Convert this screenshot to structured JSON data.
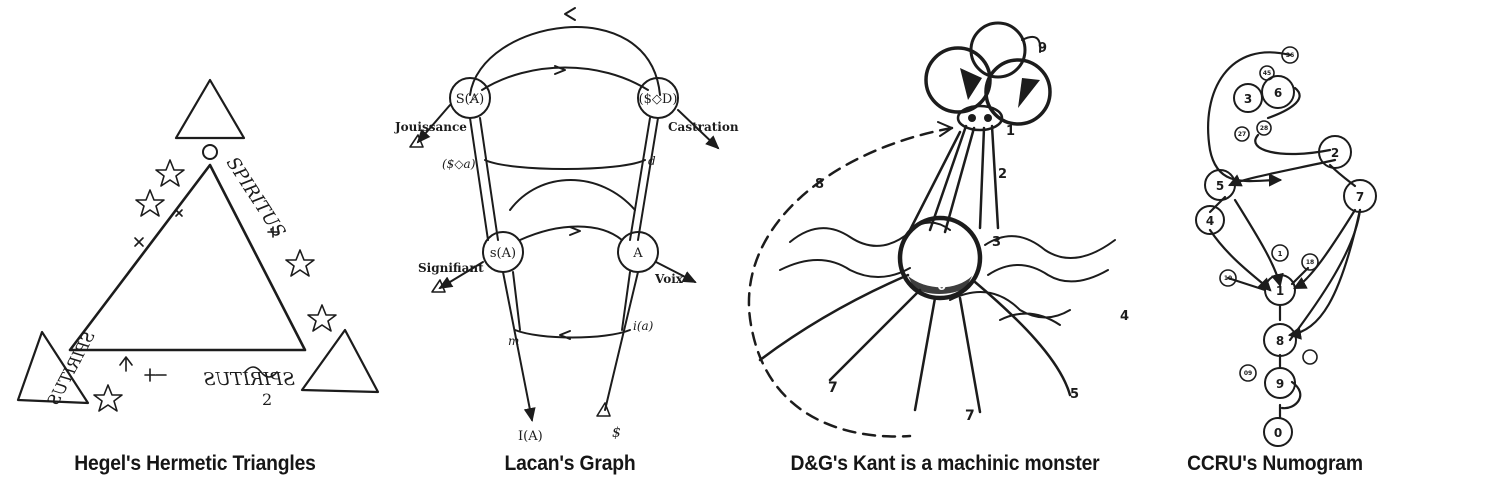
{
  "panels": [
    {
      "caption": "Hegel's Hermetic Triangles",
      "inscriptions": [
        "SPIRITUS",
        "SPIRITUS",
        "SPIRITUS"
      ]
    },
    {
      "caption": "Lacan's Graph",
      "nodes": [
        "S(A̸)",
        "($◇D)",
        "s(A)",
        "A"
      ],
      "labels": {
        "jouissance": "Jouissance",
        "castration": "Castration",
        "signifiant": "Signifiant",
        "voix": "Voix",
        "drive": "($◇a)",
        "d": "d",
        "m": "m",
        "ia": "i(a)",
        "IA": "I(A)",
        "barred_s": "$"
      }
    },
    {
      "caption": "D&G's Kant is a machinic monster",
      "numbers": [
        "1",
        "2",
        "3",
        "4",
        "5",
        "6",
        "7",
        "7",
        "8",
        "9"
      ]
    },
    {
      "caption": "CCRU's Numogram",
      "zones": [
        "0",
        "1",
        "2",
        "3",
        "4",
        "5",
        "6",
        "7",
        "8",
        "9"
      ],
      "small": [
        "36",
        "45",
        "27",
        "28",
        "10",
        "18",
        "09",
        "1"
      ]
    }
  ]
}
